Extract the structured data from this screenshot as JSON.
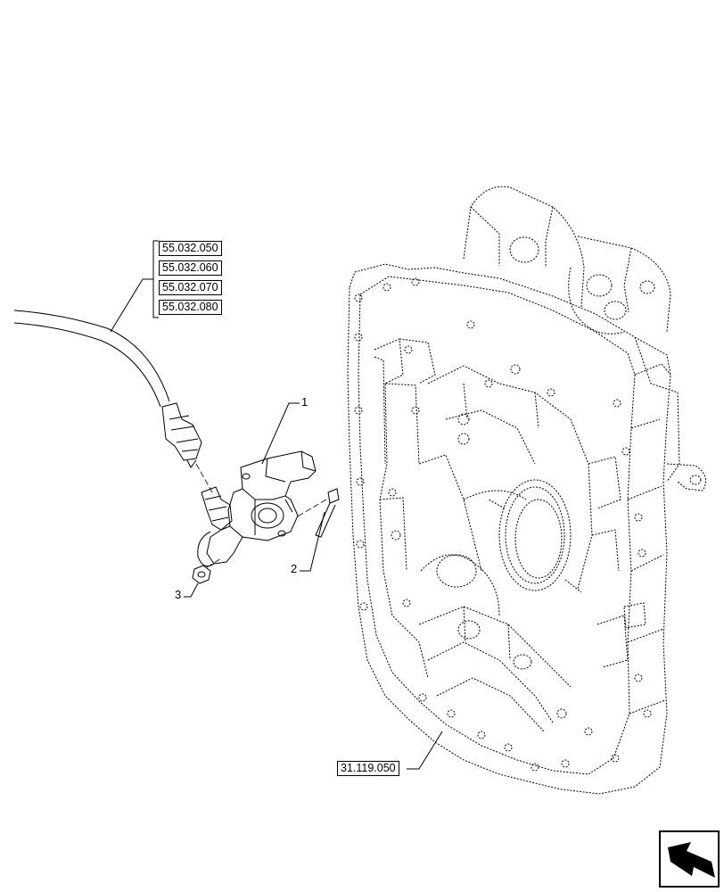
{
  "references": {
    "harness_refs": [
      "55.032.050",
      "55.032.060",
      "55.032.070",
      "55.032.080"
    ],
    "housing_ref": "31.119.050"
  },
  "callouts": {
    "part_1": "1",
    "part_2": "2",
    "part_3": "3"
  },
  "icons": {
    "navigation": "next-page-arrow-icon"
  },
  "colors": {
    "line": "#000000",
    "background": "#ffffff"
  }
}
